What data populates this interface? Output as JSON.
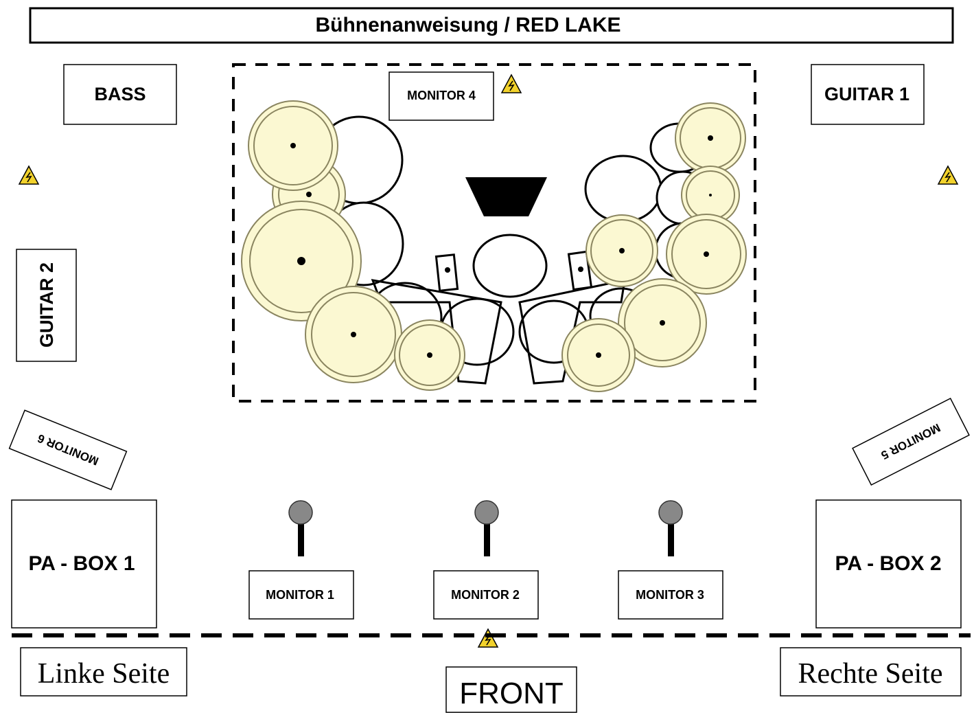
{
  "title": "Bühnenanweisung / RED LAKE",
  "labels": {
    "bass": "BASS",
    "guitar1": "GUITAR 1",
    "guitar2": "GUITAR 2",
    "monitor1": "MONITOR 1",
    "monitor2": "MONITOR 2",
    "monitor3": "MONITOR 3",
    "monitor4": "MONITOR 4",
    "monitor5": "MONITOR 5",
    "monitor6": "MONITOR 6",
    "pa_box1": "PA - BOX 1",
    "pa_box2": "PA - BOX 2",
    "left_side": "Linke Seite",
    "right_side": "Rechte Seite",
    "front": "FRONT"
  },
  "colors": {
    "cymbal_fill": "#fbf8d2",
    "cymbal_stroke": "#8a8560",
    "warning_fill": "#f2d22c",
    "mic_head": "#888888"
  },
  "icons": {
    "warning": "high-voltage-warning-icon",
    "microphone": "microphone-icon"
  }
}
